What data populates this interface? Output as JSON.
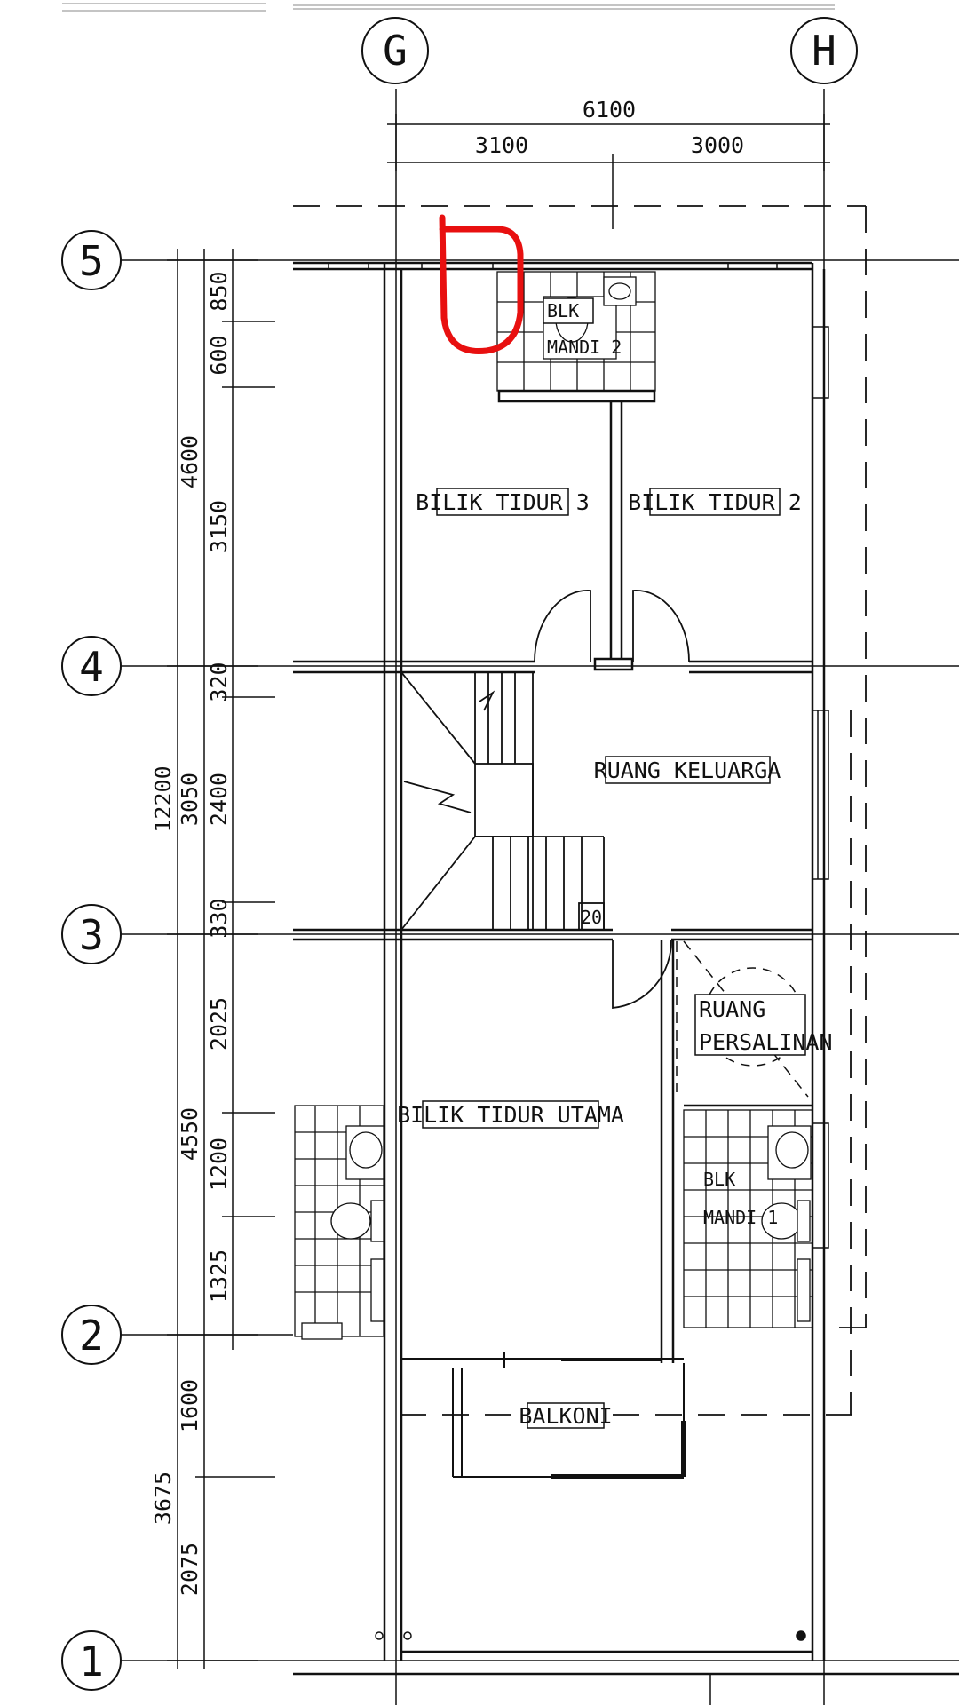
{
  "grid": {
    "cols": [
      "G",
      "H"
    ],
    "rows": [
      "5",
      "4",
      "3",
      "2",
      "1"
    ]
  },
  "dims_top": {
    "total": "6100",
    "left": "3100",
    "right": "3000"
  },
  "dims_left_outer": {
    "total": "12200"
  },
  "dims_left_mid": [
    "4600",
    "3050",
    "4550",
    "3675"
  ],
  "dims_left_inner": [
    "850",
    "600",
    "3150",
    "320",
    "2400",
    "330",
    "2025",
    "1200",
    "1325",
    "1600",
    "2075"
  ],
  "rooms": {
    "bilik_mandi_2_line1": "BLK",
    "bilik_mandi_2_line2": "MANDI 2",
    "bilik_tidur_3": "BILIK TIDUR 3",
    "bilik_tidur_2": "BILIK TIDUR 2",
    "ruang_keluarga": "RUANG KELUARGA",
    "stair_step": "20",
    "ruang_persalinan_line1": "RUANG",
    "ruang_persalinan_line2": "PERSALINAN",
    "bilik_tidur_utama": "BILIK TIDUR UTAMA",
    "bilik_mandi_1_line1": "BLK",
    "bilik_mandi_1_line2": "MANDI 1",
    "balkoni": "BALKONI"
  },
  "colors": {
    "line": "#111111",
    "annotation": "#e81010"
  }
}
